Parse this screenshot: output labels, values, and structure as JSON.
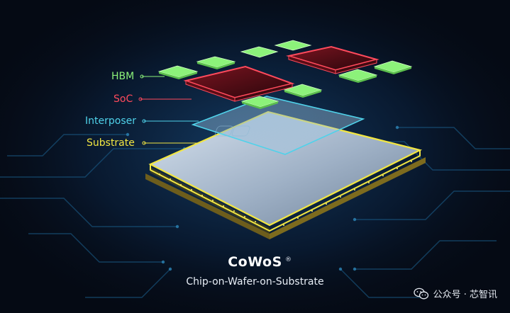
{
  "labels": {
    "hbm": "HBM",
    "soc": "SoC",
    "interposer": "Interposer",
    "substrate": "Substrate"
  },
  "brand": {
    "title": "CoWoS",
    "registered": "®",
    "subtitle": "Chip-on-Wafer-on-Substrate"
  },
  "watermark": {
    "text": "公众号 · 芯智讯"
  },
  "colors": {
    "background": "#050a14",
    "hbm": "#8cf27a",
    "soc": "#ff4a5c",
    "interposer": "#4fd2ea",
    "substrate": "#f2e642"
  }
}
